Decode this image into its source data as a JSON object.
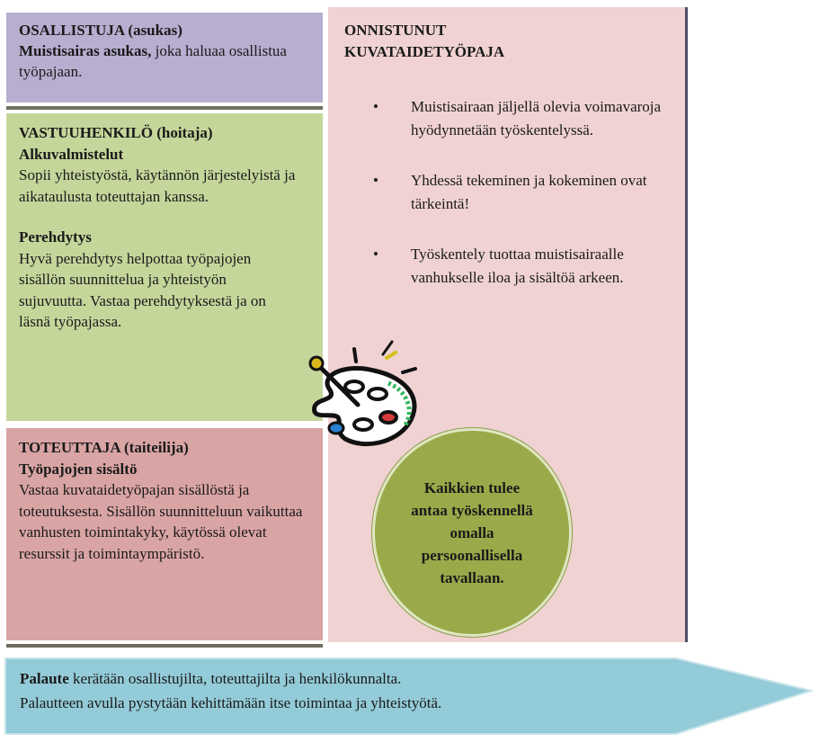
{
  "participant": {
    "heading": "OSALLISTUJA (asukas)",
    "strong_text": "Muistisairas asukas,",
    "text": " joka haluaa osallistua työpajaan."
  },
  "responsible": {
    "heading": "VASTUUHENKILÖ (hoitaja)",
    "sub1": "Alkuvalmistelut",
    "text1": "Sopii yhteistyöstä, käytännön järjestelyistä ja aikataulusta toteuttajan kanssa.",
    "sub2": "Perehdytys",
    "text2": "Hyvä perehdytys helpottaa työpajojen sisällön suunnittelua ja yhteistyön sujuvuutta. Vastaa perehdytyksestä ja on läsnä työpajassa."
  },
  "implementer": {
    "heading": "TOTEUTTAJA (taiteilija)",
    "sub": "Työpajojen sisältö",
    "text": "Vastaa kuvataidetyöpajan sisällöstä ja toteutuksesta. Sisällön suunnitteluun vaikuttaa vanhusten toimintakyky, käytössä olevat resurssit ja toimintaympäristö."
  },
  "success": {
    "title_line1": "ONNISTUNUT",
    "title_line2": "KUVATAIDETYÖPAJA",
    "bullet_symbol": "•",
    "bullets": [
      "Muistisairaan jäljellä olevia voimavaroja hyödynnetään työskentelyssä.",
      "Yhdessä tekeminen ja kokeminen ovat tärkeintä!",
      "Työskentely tuottaa muistisairaalle vanhukselle iloa ja sisältöä arkeen."
    ]
  },
  "ellipse": {
    "text": "Kaikkien tulee antaa työskennellä omalla persoonallisella tavallaan."
  },
  "feedback": {
    "strong": "Palaute",
    "line1_rest": " kerätään osallistujilta, toteuttajilta ja henkilökunnalta.",
    "line2": "Palautteen avulla pystytään kehittämään itse toimintaa ja yhteistyötä."
  },
  "colors": {
    "participant": "#b8aed0",
    "responsible": "#c5d69b",
    "implementer": "#d9a4a4",
    "success": "#f0d2d2",
    "ellipse": "#9aaa4a",
    "feedback": "#93cbd8"
  },
  "icons": {
    "palette": "paint-palette-icon"
  }
}
